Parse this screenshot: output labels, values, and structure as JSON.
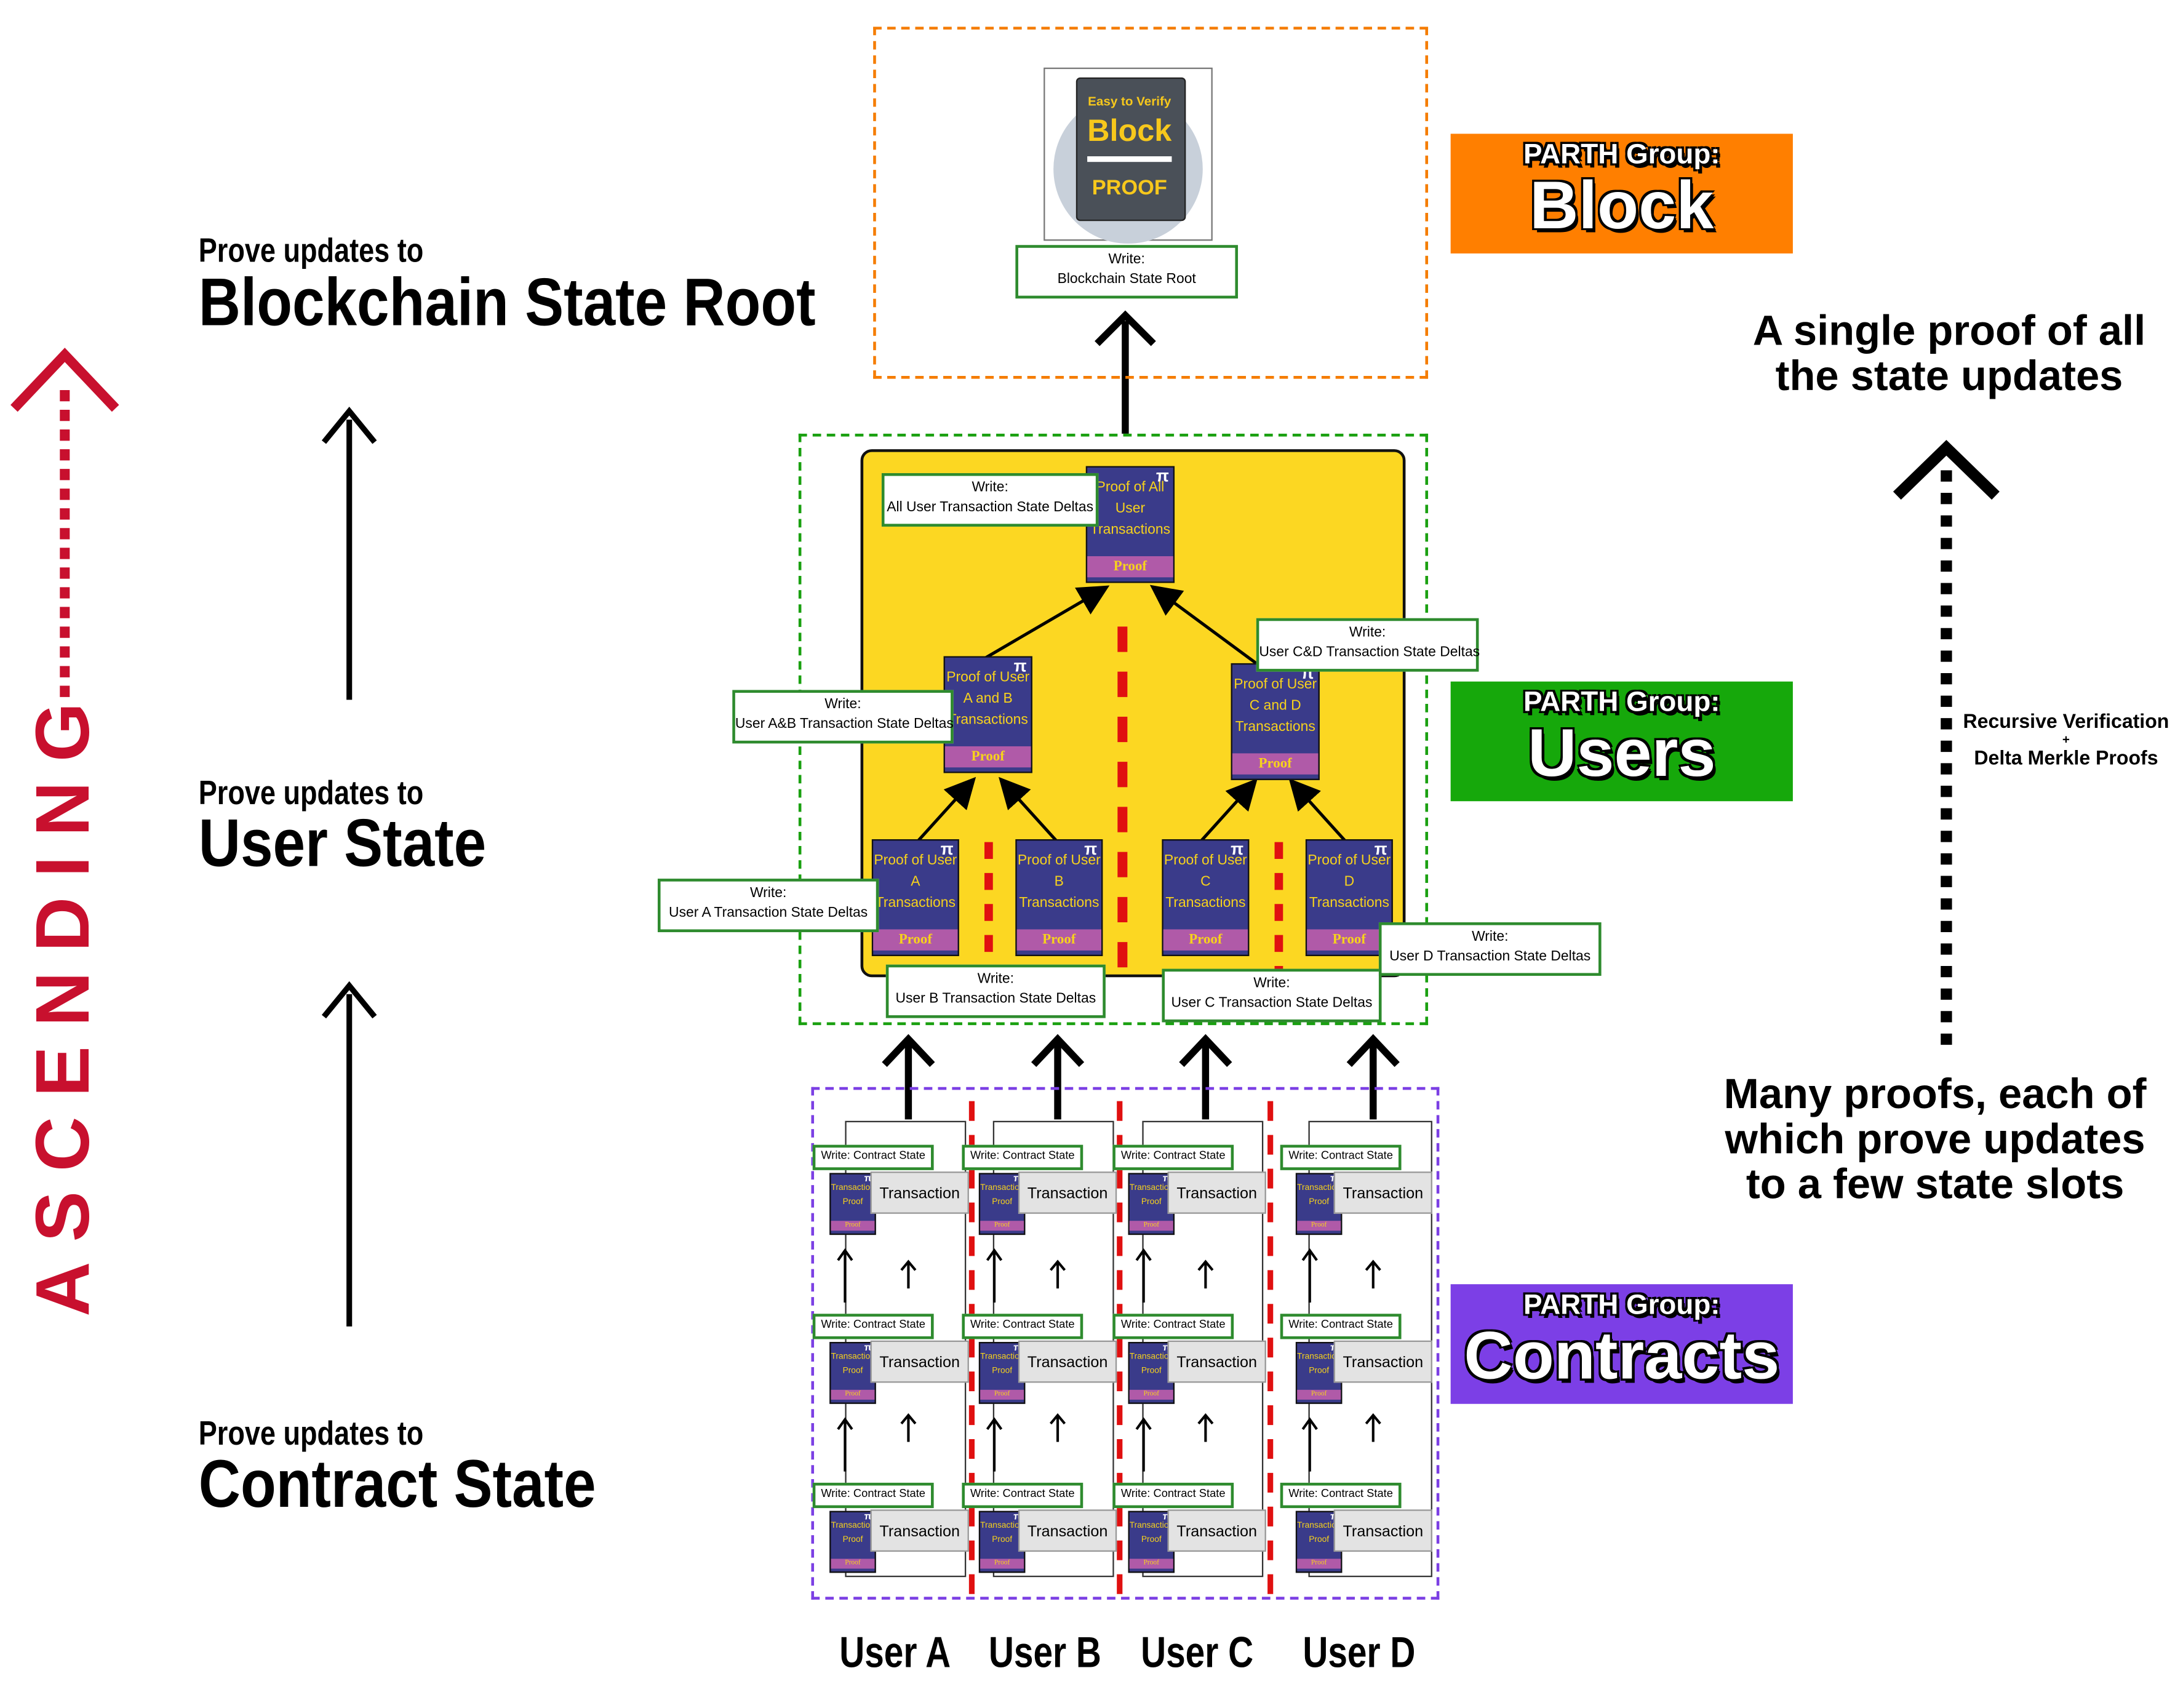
{
  "left": {
    "ascending": "ASCENDING",
    "block_small": "Prove updates to",
    "block_big": "Blockchain State Root",
    "user_small": "Prove updates to",
    "user_big": "User State",
    "contract_small": "Prove updates to",
    "contract_big": "Contract State"
  },
  "groups": {
    "block": {
      "prefix": "PARTH Group:",
      "name": "Block",
      "color": "#ff7f00"
    },
    "users": {
      "prefix": "PARTH Group:",
      "name": "Users",
      "color": "#16a80b"
    },
    "contracts": {
      "prefix": "PARTH Group:",
      "name": "Contracts",
      "color": "#7c3fe6"
    }
  },
  "block_proof": {
    "line1": "Easy to Verify",
    "line2": "Block",
    "line3": "PROOF",
    "write_label": "Write:",
    "write_value": "Blockchain State Root"
  },
  "users_tree": {
    "root": {
      "title": "Proof of All User Transactions",
      "band": "Proof",
      "write_label": "Write:",
      "write_value": "All User Transaction State Deltas"
    },
    "ab": {
      "title": "Proof of User A and B Transactions",
      "band": "Proof",
      "write_label": "Write:",
      "write_value": "User A&B Transaction State Deltas"
    },
    "cd": {
      "title": "Proof of User C and D Transactions",
      "band": "Proof",
      "write_label": "Write:",
      "write_value": "User C&D Transaction State Deltas"
    },
    "leaves": [
      {
        "title": "Proof of User A Transactions",
        "band": "Proof",
        "write_label": "Write:",
        "write_value": "User A Transaction State Deltas"
      },
      {
        "title": "Proof of User B Transactions",
        "band": "Proof",
        "write_label": "Write:",
        "write_value": "User B Transaction State Deltas"
      },
      {
        "title": "Proof of User C Transactions",
        "band": "Proof",
        "write_label": "Write:",
        "write_value": "User C Transaction State Deltas"
      },
      {
        "title": "Proof of User D Transactions",
        "band": "Proof",
        "write_label": "Write:",
        "write_value": "User D Transaction State Deltas"
      }
    ]
  },
  "contracts": {
    "write_label": "Write: Contract State",
    "tx_label": "Transaction",
    "mini_proof": "Transaction Proof",
    "mini_band": "Proof"
  },
  "users": [
    "User A",
    "User B",
    "User C",
    "User D"
  ],
  "right": {
    "top": "A single proof of all the state updates",
    "middle_line1": "Recursive Verification",
    "middle_plus": "+",
    "middle_line2": "Delta Merkle Proofs",
    "bottom": "Many proofs, each of which prove updates to a few state slots"
  }
}
